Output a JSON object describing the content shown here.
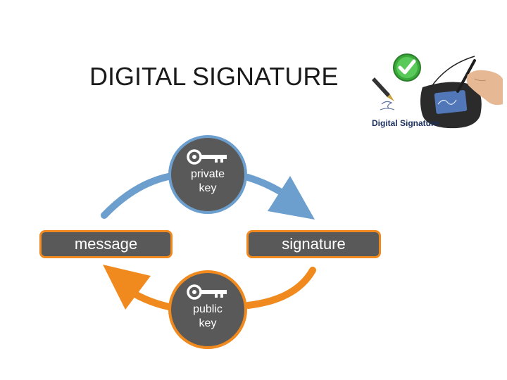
{
  "title": "DIGITAL SIGNATURE",
  "logo": {
    "caption": "Digital Signature"
  },
  "diagram": {
    "nodes": {
      "message": "message",
      "signature": "signature",
      "private_key": {
        "line1": "private",
        "line2": "key"
      },
      "public_key": {
        "line1": "public",
        "line2": "key"
      }
    },
    "colors": {
      "private_arrow": "#6d9fce",
      "public_arrow": "#f08a1e",
      "node_fill": "#595959",
      "pill_border": "#f08a1e"
    },
    "icons": [
      "key-icon",
      "checkmark-icon",
      "pen-icon",
      "signature-pad-icon",
      "hand-icon"
    ]
  }
}
